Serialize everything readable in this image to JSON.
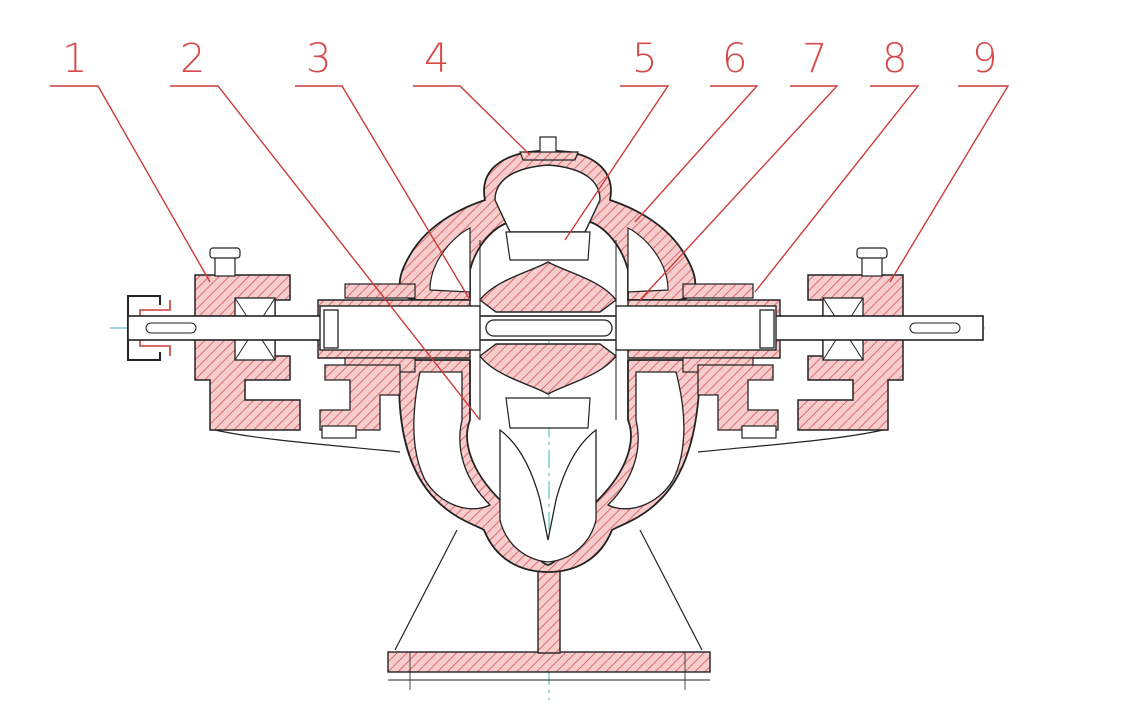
{
  "diagram": {
    "part_labels": [
      "1",
      "2",
      "3",
      "4",
      "5",
      "6",
      "7",
      "8",
      "9"
    ],
    "colors": {
      "leader": "#cc3a3a",
      "section_fill": "#f4c2c2",
      "hatch": "#d85a5a",
      "outline": "#222222",
      "centerline": "#3fb6b6",
      "background": "#ffffff"
    }
  }
}
